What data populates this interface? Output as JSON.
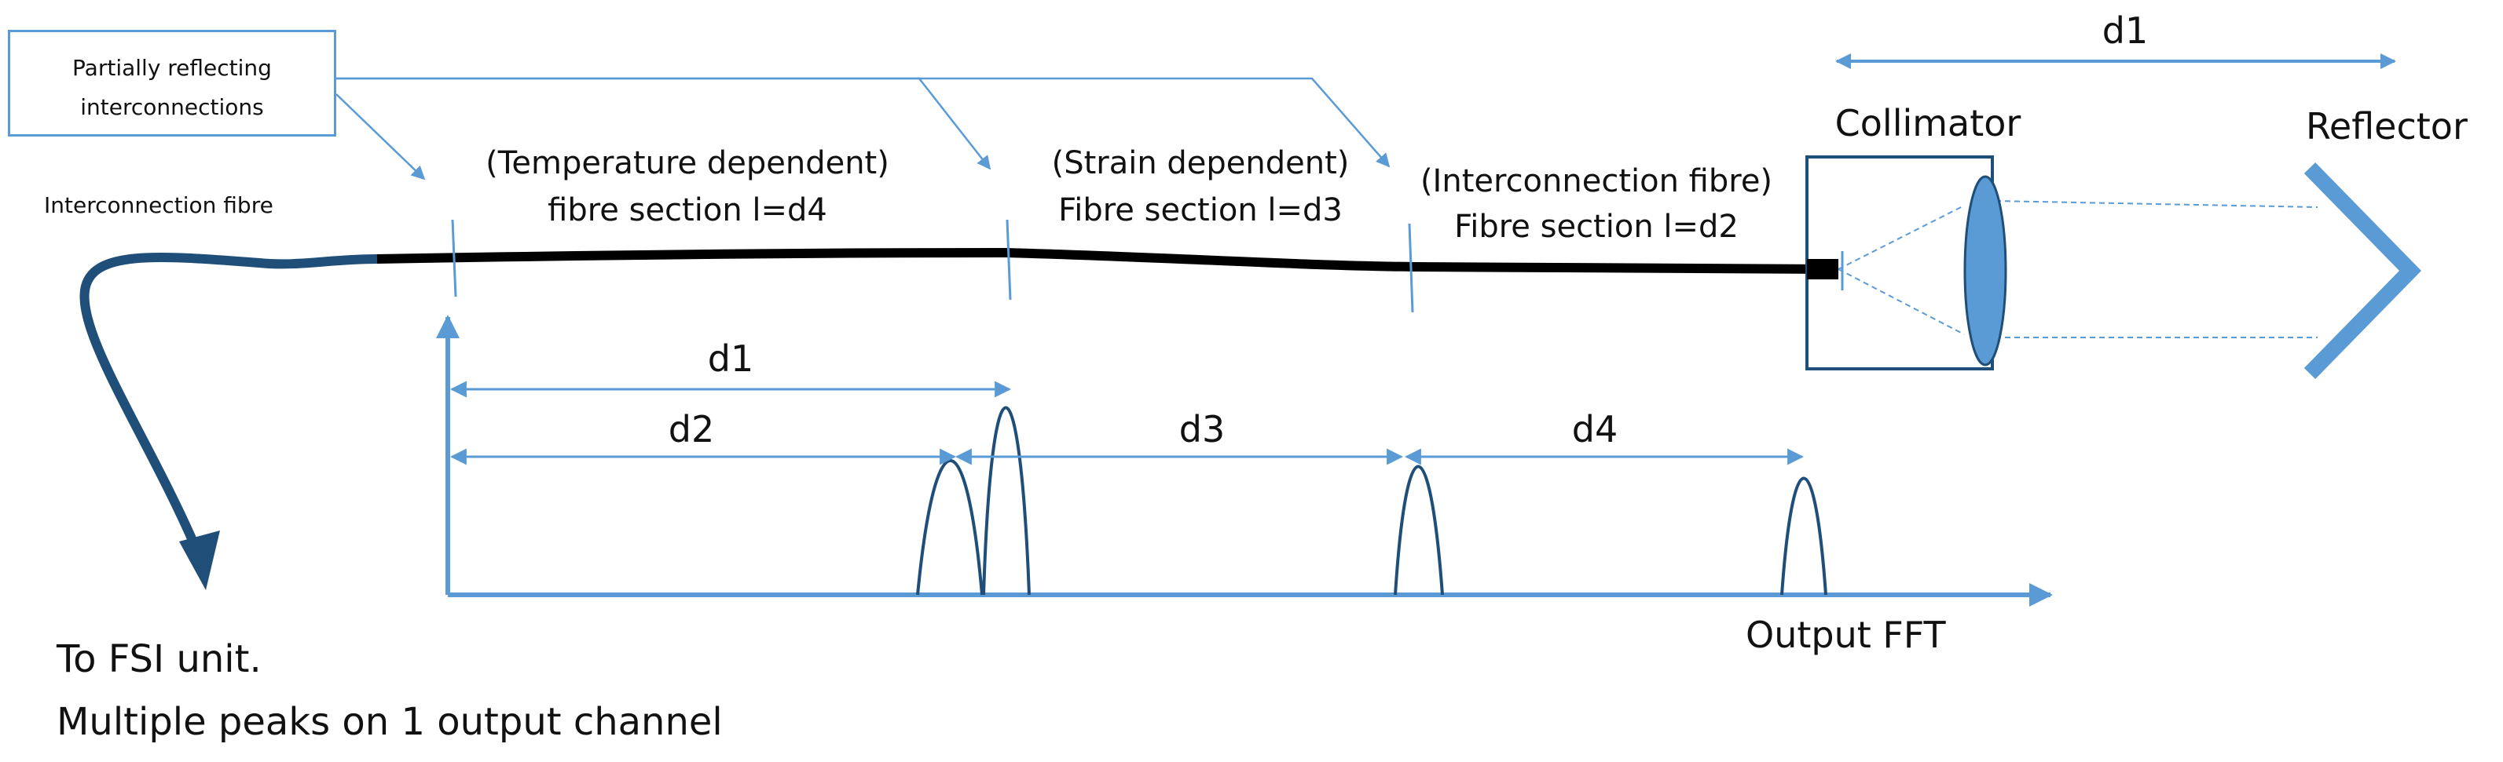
{
  "note_box": {
    "line1": "Partially reflecting",
    "line2": "interconnections"
  },
  "fibre": {
    "left_label": "Interconnection fibre",
    "section_temperature": {
      "line1": "(Temperature dependent)",
      "line2": "fibre section l=d4"
    },
    "section_strain": {
      "line1": "(Strain dependent)",
      "line2": "Fibre section l=d3"
    },
    "section_interconnection": {
      "line1": "(Interconnection fibre)",
      "line2": "Fibre section l=d2"
    }
  },
  "optics": {
    "collimator_label": "Collimator",
    "reflector_label": "Reflector",
    "distance_label": "d1"
  },
  "fft": {
    "d1": "d1",
    "d2": "d2",
    "d3": "d3",
    "d4": "d4",
    "axis_label": "Output FFT"
  },
  "output": {
    "line1": "To FSI unit.",
    "line2": "Multiple peaks on 1 output channel"
  },
  "colors": {
    "accent": "#5b9bd5",
    "dark_blue": "#1f4e79",
    "fibre": "#000000",
    "text": "#111111"
  }
}
